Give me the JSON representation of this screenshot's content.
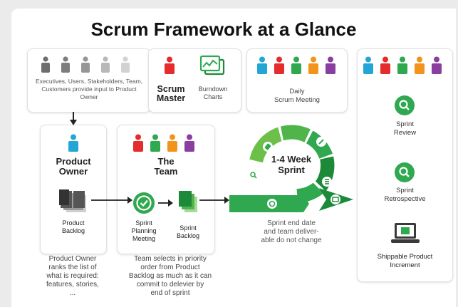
{
  "title": "Scrum Framework at a Glance",
  "colors": {
    "green_dark": "#1d8a3a",
    "green_mid": "#2fa84f",
    "green_light": "#6cc04a",
    "blue": "#23a6d5",
    "red": "#e52b2b",
    "orange": "#f2941c",
    "purple": "#8a3fa0",
    "gray": "#9a9a9a"
  },
  "stakeholders": {
    "text": "Executives, Users, Stakeholders, Team, Customers provide input to Product Owner"
  },
  "scrum_master": {
    "label_line1": "Scrum",
    "label_line2": "Master",
    "charts_line1": "Burndown",
    "charts_line2": "Charts"
  },
  "daily": {
    "line1": "Daily",
    "line2": "Scrum Meeting"
  },
  "product_owner": {
    "title_line1": "Product",
    "title_line2": "Owner",
    "backlog_line1": "Product",
    "backlog_line2": "Backlog",
    "desc_line1": "Product Owner",
    "desc_line2": "ranks the list of",
    "desc_line3": "what is required:",
    "desc_line4": "features, stories,",
    "desc_line5": "..."
  },
  "team": {
    "title_line1": "The",
    "title_line2": "Team",
    "planning_line1": "Sprint",
    "planning_line2": "Planning",
    "planning_line3": "Meeting",
    "backlog_line1": "Sprint",
    "backlog_line2": "Backlog",
    "desc_line1": "Team selects in priority",
    "desc_line2": "order from Product",
    "desc_line3": "Backlog as much as it can",
    "desc_line4": "commit to delevier by",
    "desc_line5": "end of sprint"
  },
  "sprint": {
    "center_line1": "1-4 Week",
    "center_line2": "Sprint",
    "note_line1": "Sprint end date",
    "note_line2": "and team deliver-",
    "note_line3": "able do not change"
  },
  "review": {
    "review_line1": "Sprint",
    "review_line2": "Review",
    "retro_line1": "Sprint",
    "retro_line2": "Retrospective",
    "shippable_line1": "Shippable Product",
    "shippable_line2": "Increment"
  }
}
